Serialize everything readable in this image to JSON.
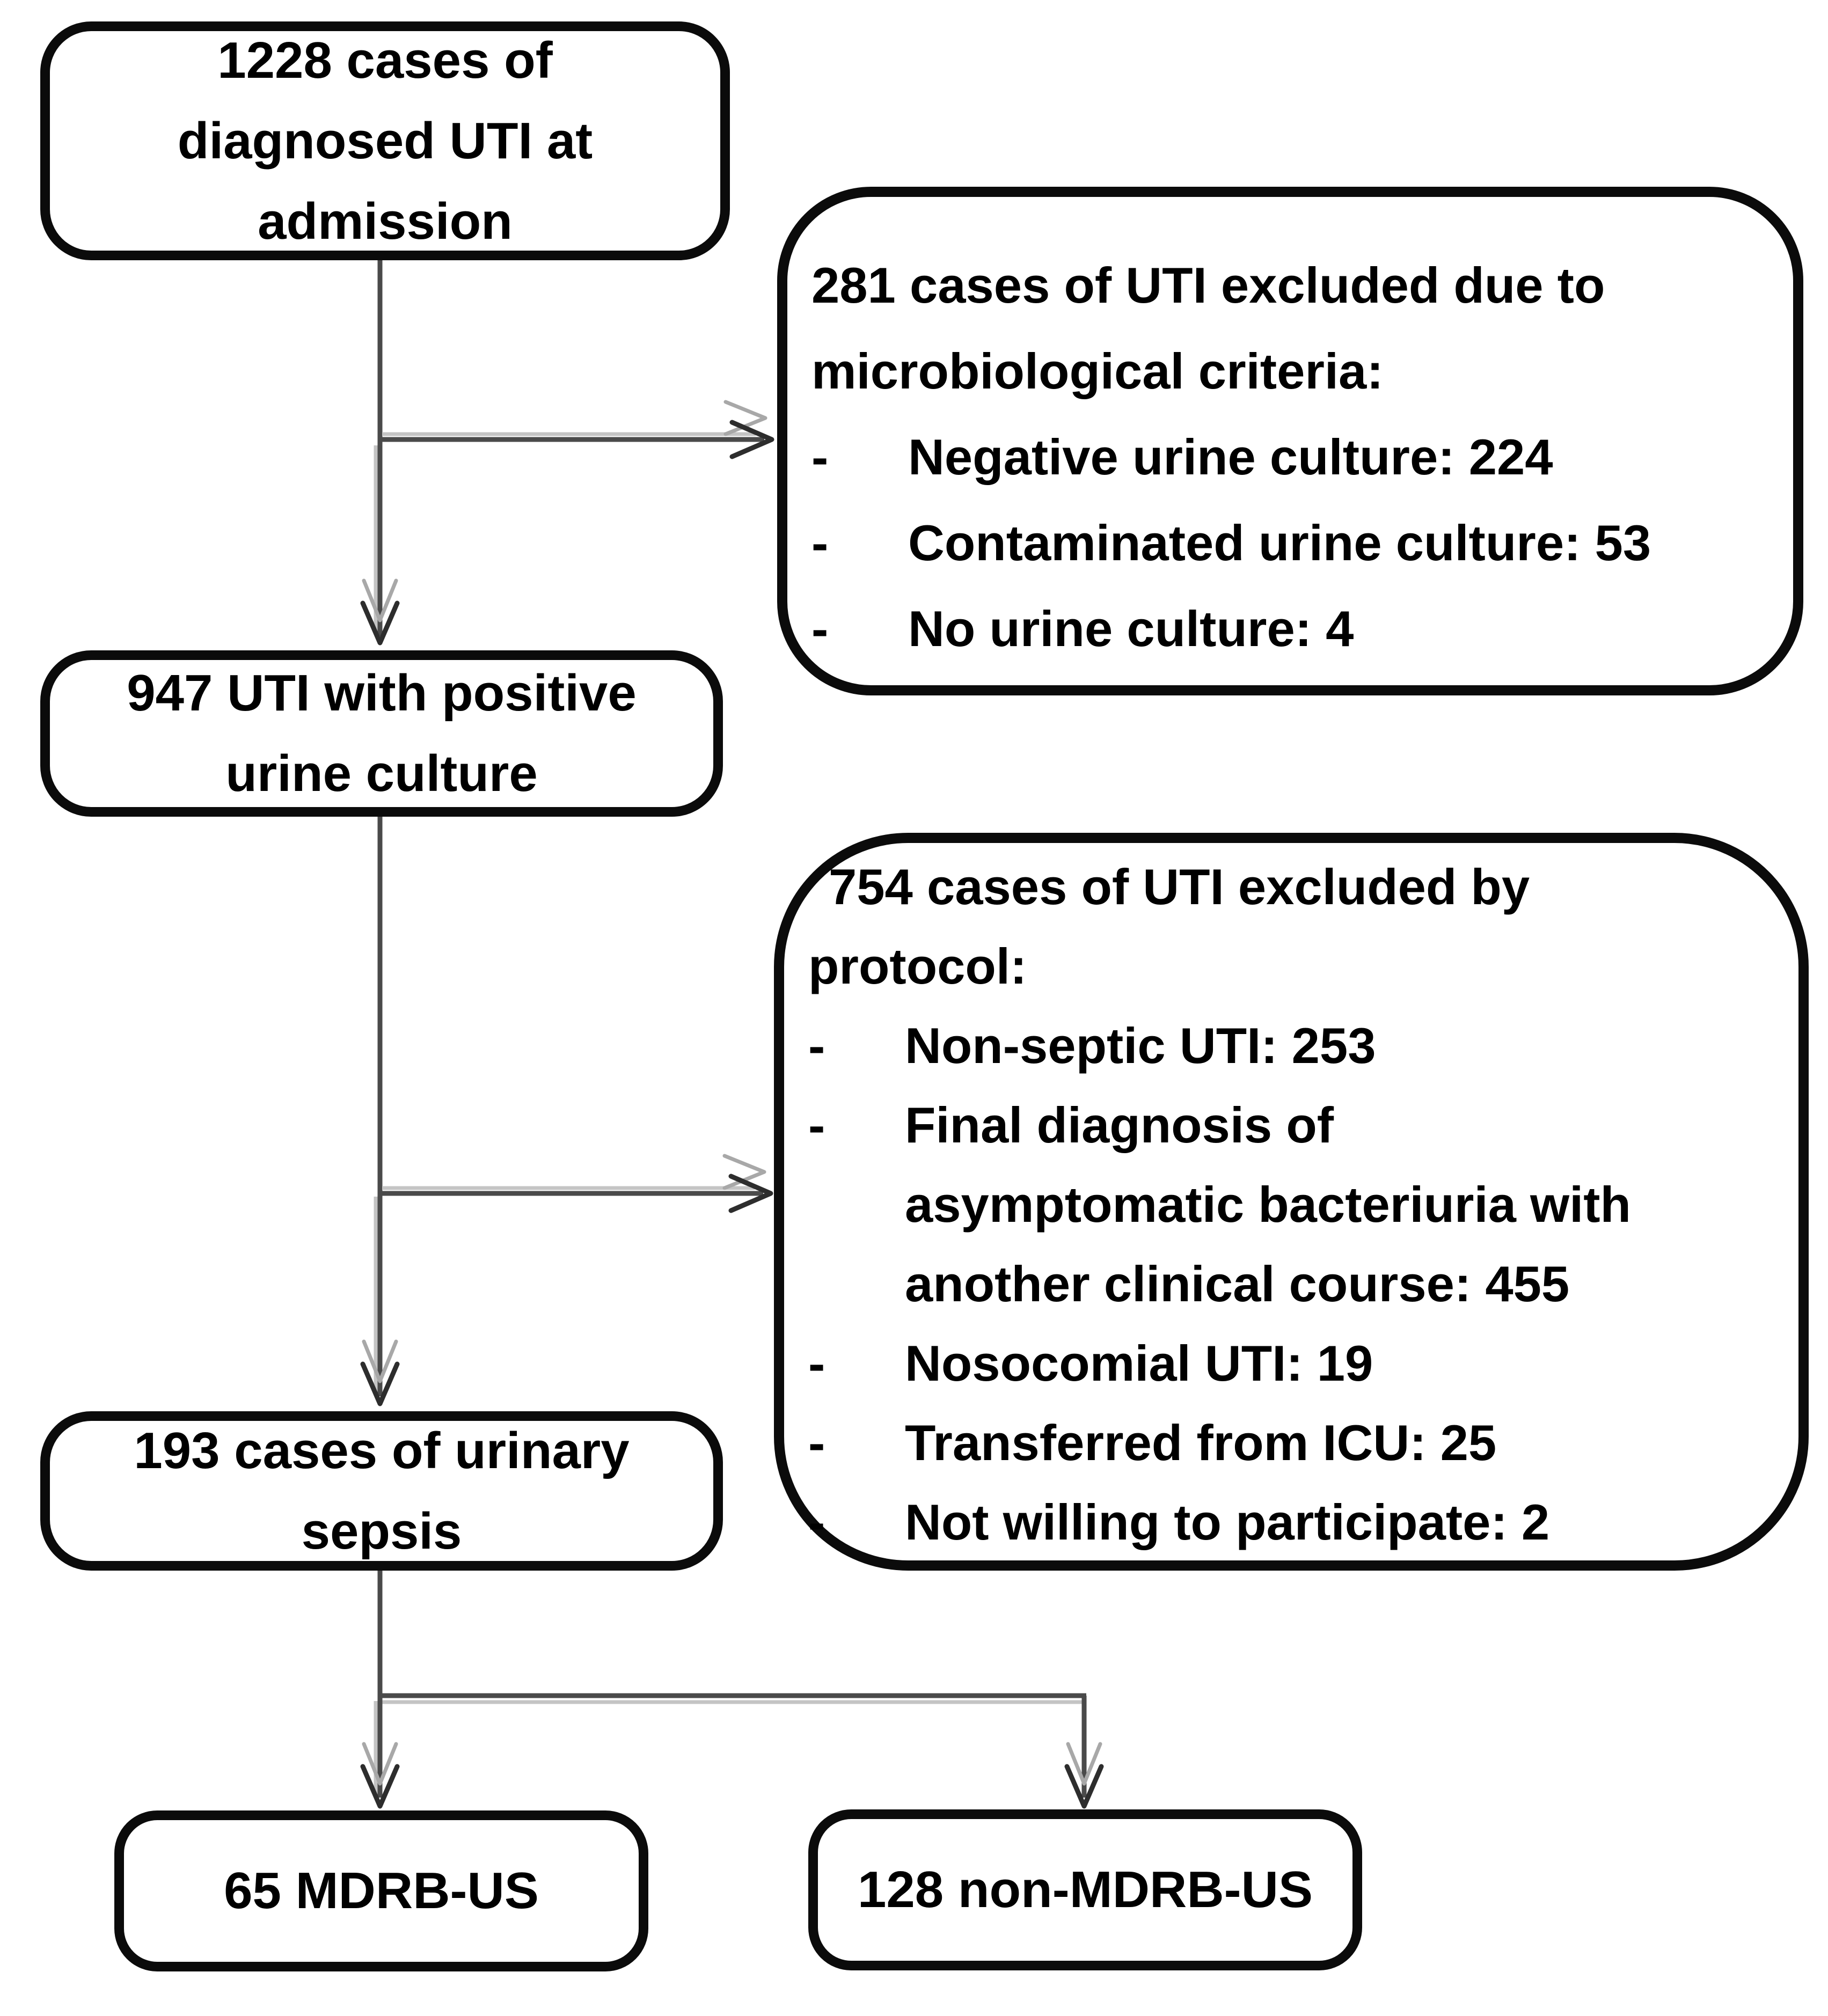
{
  "figure": {
    "background": "#ffffff",
    "box_border_color": "#0b0b0b",
    "connector_color": "#4a4a4a",
    "text_color": "#000000",
    "bullet_marker": "-",
    "nodes": {
      "admission": {
        "lines": [
          "1228 cases of",
          "diagnosed UTI at",
          "admission"
        ]
      },
      "positive_culture": {
        "lines": [
          "947 UTI with positive",
          "urine culture"
        ]
      },
      "urinary_sepsis": {
        "lines": [
          "193 cases of urinary",
          "sepsis"
        ]
      },
      "mdrb_us": {
        "label": "65 MDRB-US"
      },
      "non_mdrb_us": {
        "label": "128 non-MDRB-US"
      }
    },
    "exclusions": {
      "microbiological": {
        "title_lines": [
          "281 cases of UTI excluded due to",
          "microbiological criteria:"
        ],
        "items": [
          {
            "lines": [
              "Negative urine culture: 224"
            ]
          },
          {
            "lines": [
              "Contaminated urine culture: 53"
            ]
          },
          {
            "lines": [
              "No urine culture: 4"
            ]
          }
        ]
      },
      "protocol": {
        "title_lines": [
          "754 cases of UTI excluded by",
          "protocol:"
        ],
        "items": [
          {
            "lines": [
              "Non-septic UTI: 253"
            ]
          },
          {
            "lines": [
              "Final diagnosis of",
              "asymptomatic bacteriuria with",
              "another clinical course: 455"
            ]
          },
          {
            "lines": [
              "Nosocomial UTI: 19"
            ]
          },
          {
            "lines": [
              "Transferred from ICU: 25"
            ]
          },
          {
            "lines": [
              "Not willing to participate: 2"
            ]
          }
        ]
      }
    }
  }
}
